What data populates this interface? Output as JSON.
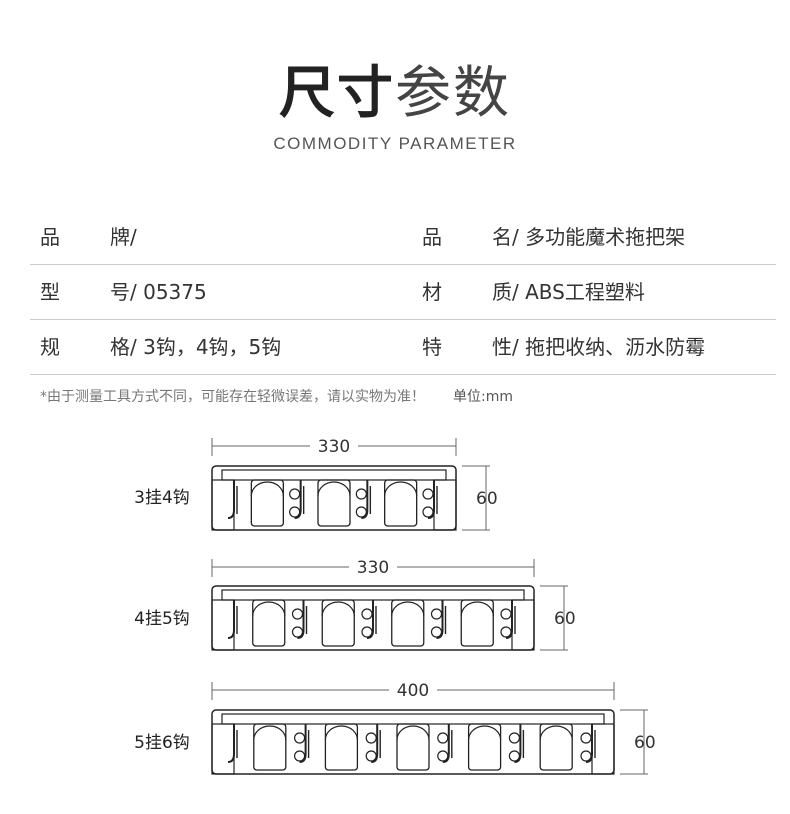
{
  "header": {
    "title_bold": "尺寸",
    "title_light": "参数",
    "subtitle": "COMMODITY PARAMETER"
  },
  "specs": [
    {
      "label1a": "品",
      "label1b": "牌/",
      "value1": "",
      "label2a": "品",
      "label2b": "名/",
      "value2": "多功能魔术拖把架"
    },
    {
      "label1a": "型",
      "label1b": "号/",
      "value1": "05375",
      "label2a": "材",
      "label2b": "质/",
      "value2": "ABS工程塑料"
    },
    {
      "label1a": "规",
      "label1b": "格/",
      "value1": "3钩，4钩，5钩",
      "label2a": "特",
      "label2b": "性/",
      "value2": "拖把收纳、沥水防霉"
    }
  ],
  "note": {
    "text": "*由于测量工具方式不同，可能存在轻微误差，请以实物为准！",
    "unit": "单位:mm"
  },
  "products": [
    {
      "label": "3挂4钩",
      "width_label": "330",
      "height_label": "60",
      "clips": 3,
      "hooks": 4
    },
    {
      "label": "4挂5钩",
      "width_label": "330",
      "height_label": "60",
      "clips": 4,
      "hooks": 5
    },
    {
      "label": "5挂6钩",
      "width_label": "400",
      "height_label": "60",
      "clips": 5,
      "hooks": 6
    }
  ]
}
